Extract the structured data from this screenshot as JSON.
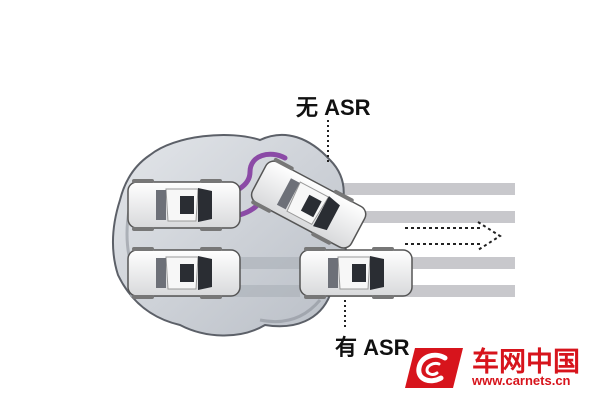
{
  "labels": {
    "without_asr": "无 ASR",
    "with_asr": "有 ASR"
  },
  "watermark": {
    "brand_cn": "车网中国",
    "url": "www.carnets.cn"
  },
  "colors": {
    "road_stripe": "#c8c8cc",
    "ice_patch": "#cfd3d8",
    "ice_edge": "#5c6068",
    "car_body": "#f2f2f2",
    "car_glass": "#2a2d33",
    "skid_path": "#8b4aa6",
    "brand_red": "#d7141c"
  },
  "icons": [
    "car-icon",
    "dotted-arrow-icon",
    "skid-path-icon",
    "carnets-logo-icon"
  ]
}
